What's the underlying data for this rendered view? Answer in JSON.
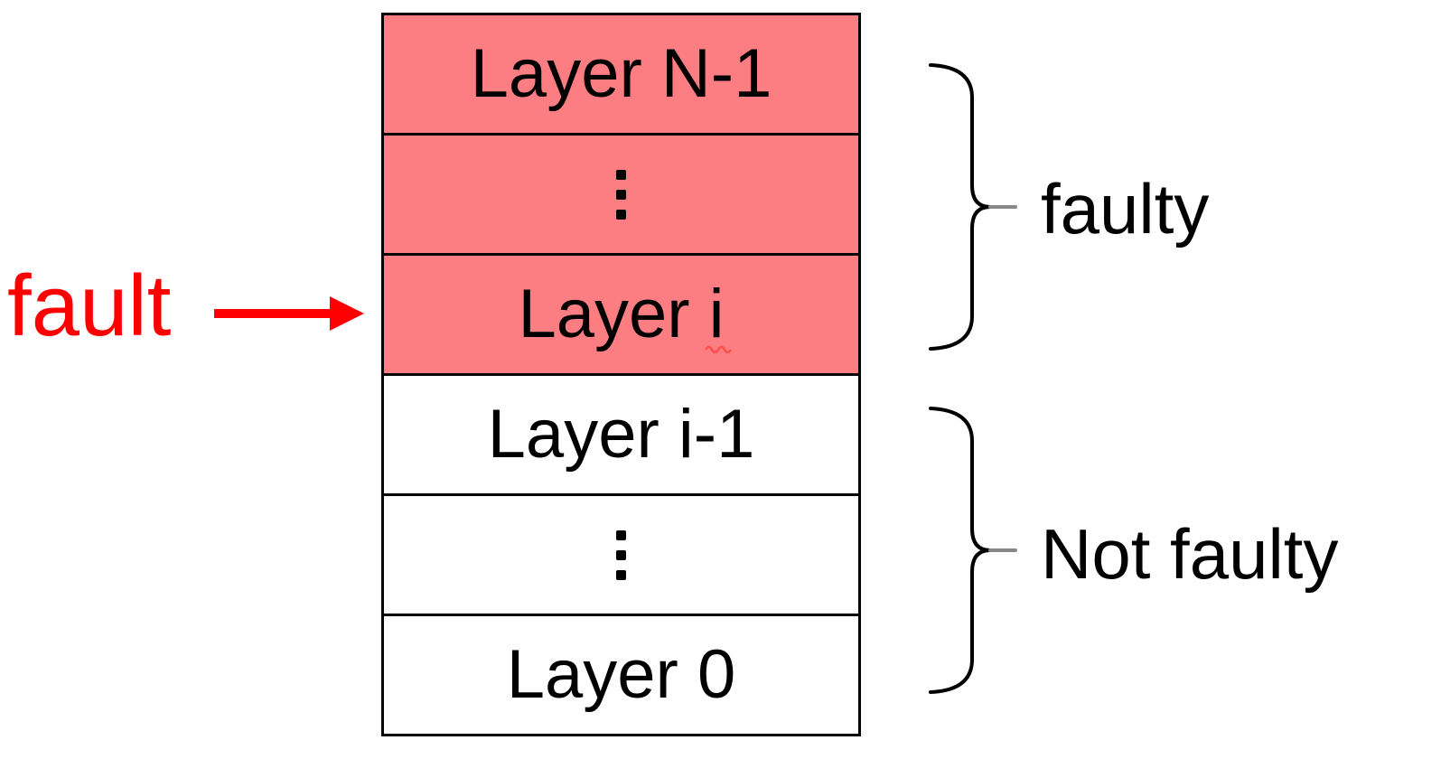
{
  "diagram": {
    "colors": {
      "faulty_fill": "#FC7D82",
      "normal_fill": "#FFFFFF",
      "border": "#000000",
      "fault_red": "#FE0000",
      "squiggle_red": "#FF4D49",
      "brace_black": "#000000",
      "tick_gray": "#888888",
      "label_black": "#000000"
    },
    "stack": {
      "rows": [
        {
          "label": "Layer N-1",
          "faulty": true,
          "type": "text"
        },
        {
          "label": "⋮",
          "faulty": true,
          "type": "ellipsis"
        },
        {
          "label": "Layer i",
          "faulty": true,
          "type": "text",
          "spellcheck_squiggle": true
        },
        {
          "label": "Layer i-1",
          "faulty": false,
          "type": "text"
        },
        {
          "label": "⋮",
          "faulty": false,
          "type": "ellipsis"
        },
        {
          "label": "Layer 0",
          "faulty": false,
          "type": "text"
        }
      ]
    },
    "fault_annotation": {
      "label": "fault",
      "points_to": "Layer i"
    },
    "braces": {
      "top": {
        "label": "faulty",
        "spans": [
          "Layer N-1",
          "⋮",
          "Layer i"
        ]
      },
      "bottom": {
        "label": "Not faulty",
        "spans": [
          "Layer i-1",
          "⋮",
          "Layer 0"
        ]
      }
    }
  }
}
